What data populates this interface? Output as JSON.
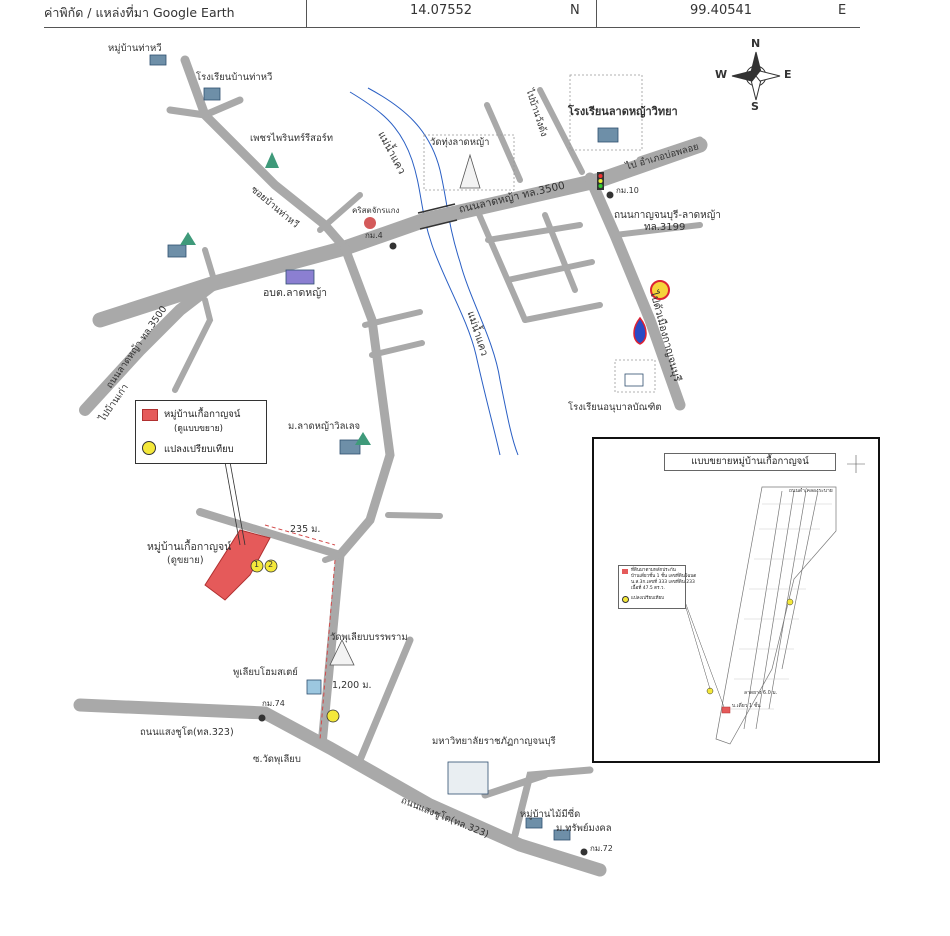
{
  "header": {
    "label": "ค่าพิกัด / แหล่งที่มา Google Earth",
    "lat_value": "14.07552",
    "lat_suffix": "N",
    "lon_value": "99.40541",
    "lon_suffix": "E"
  },
  "compass": {
    "n": "N",
    "s": "S",
    "e": "E",
    "w": "W"
  },
  "places": {
    "village_thahwi": "หมู่บ้านท่าหวี",
    "school_thahwi": "โรงเรียนบ้านท่าหวี",
    "phetphai_resort": "เพชรไพรินทร์รีสอร์ท",
    "soi_thahwi": "ซอยบ้านท่าหวี",
    "wat_thungladya": "วัดทุ่งลาดหญ้า",
    "church": "คริสตจักรแกง",
    "km4": "กม.4",
    "river_north": "แม่น้ำแคว",
    "river_south": "แม่น้ำแคว",
    "rd_ladya_3500": "ถนนลาดหญ้า ทล.3500",
    "to_wangdong": "ไปบ้านวังด้ง",
    "school_ladya": "โรงเรียนลาดหญ้าวิทยา",
    "to_district": "ไป อำเภอบ่อพลอย",
    "km10": "กม.10",
    "rd_kan_ladya": "ถนนกาญจนบุรี-ลาดหญ้า",
    "tl3199": "ทล.3199",
    "to_kanchanaburi": "ไปตัวเมืองกาญจนบุรี",
    "school_anuban": "โรงเรียนอนุบาลบัณฑิต",
    "obt_ladya": "อบต.ลาดหญ้า",
    "rd_ladya_3500_west": "ถนนลาดหญ้า ทล.3500",
    "to_bankao": "ไปบ้านเก่า",
    "ladya_villa": "ม.ลาดหญ้าวิลเลจ",
    "dist_235": "235 ม.",
    "village_kukarn": "หมู่บ้านเกื้อกาญจน์",
    "kukarn_sub": "(ดูขยาย)",
    "wat_phuloep": "วัดพุเลียบบรรพราม",
    "dist_1200": "1,200 ม.",
    "phuloep_homestay": "พูเลียบโฮมสเตย์",
    "km74": "กม.74",
    "rd_saengchuto_w": "ถนนแสงชูโต(ทล.323)",
    "soi_watphuloep": "ซ.วัดพุเลียบ",
    "university": "มหาวิทยาลัยราชภัฏกาญจนบุรี",
    "rd_saengchuto_e": "ถนนแสงชูโต(ทล.323)",
    "village_maimisi": "หมู่บ้านไม้มีซี่ด",
    "village_sappmongkol": "ม.ทรัพย์มงคล",
    "km72": "กม.72",
    "marker_1": "1",
    "marker_2": "2"
  },
  "legend": {
    "item1": "หมู่บ้านเกื้อกาญจน์",
    "item1_sub": "(ดูแบบขยาย)",
    "item2": "แปลงเปรียบเทียบ"
  },
  "inset": {
    "title": "แบบขยายหมู่บ้านเกื้อกาญจน์",
    "legend_line1": "ที่ดินมาตามหลักประกัน",
    "legend_line2": "บ้านเดี่ยวชั้น 1 ชั้น เลขที่ดินโฉนด",
    "legend_line3": "น.ส.3ก.เลขที่ 333 เลขที่ดิน 233",
    "legend_line4": "เนื้อที่ 47.5 ตร.ว.",
    "legend_line5": "แปลงเปรียบเทียบ",
    "road_top": "ถนนดำ/คลองระบาย",
    "note_a": "ลาดยาง 6.0 ม.",
    "note_b": "บ.เดี่ยว 1 ชั้น"
  },
  "colors": {
    "road": "#a9a9a9",
    "road_edge": "#7f7f7f",
    "river": "#2a5fc4",
    "plot_red": "#e55a5a",
    "marker_yellow": "#f4e83a",
    "dashed_red": "#d24b4b"
  }
}
